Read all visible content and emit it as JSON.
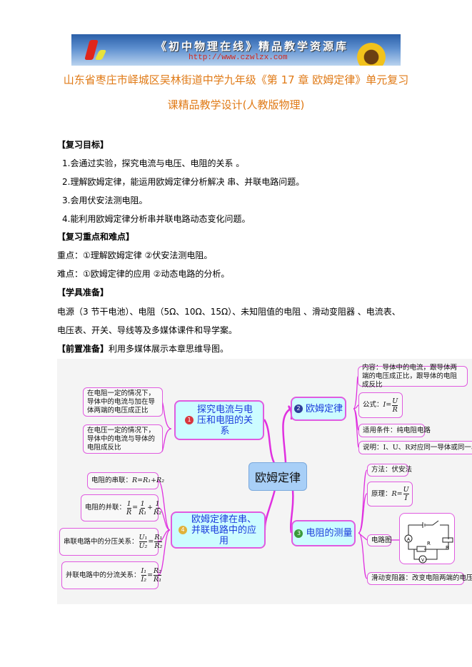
{
  "banner": {
    "title": "《初中物理在线》精品教学资源库",
    "url": "http://www.czwlzx.com"
  },
  "title": {
    "line1": "山东省枣庄市峄城区吴林街道中学九年级《第 17 章  欧姆定律》单元复习",
    "line2": "课精品教学设计(人教版物理)"
  },
  "sections": {
    "goals_head": "【复习目标】",
    "goals": [
      "1.会通过实验，探究电流与电压、电阻的关系  。",
      "2.理解欧姆定律，能运用欧姆定律分析解决 串、并联电路问题。",
      "3.会用伏安法测电阻。",
      "4.能利用欧姆定律分析串并联电路动态变化问题。"
    ],
    "key_head": "【复习重点和难点】",
    "key": "重点：①理解欧姆定律    ②伏安法测电阻。",
    "difficulty": "难点：①欧姆定律的应用    ②动态电路的分析。",
    "tools_head": "【学具准备】",
    "tools1": "电源（3 节干电池）、电阻（5Ω、10Ω、15Ω）、未知阻值的电阻 、滑动变阻器 、电流表、",
    "tools2": "电压表、开关、导线等及多媒体课件和导学案。",
    "prep_head": "【前置准备】",
    "prep": "利用多媒体展示本章思维导图。"
  },
  "mindmap": {
    "center": "欧姆定律",
    "b1": {
      "num": "1",
      "label": "探究电流与电压和电阻的关系",
      "leaves": [
        "在电阻一定的情况下，导体中的电流与加在导体两端的电压成正比",
        "在电压一定的情况下，导体中的电流与导体的电阻成反比"
      ]
    },
    "b2": {
      "num": "2",
      "label": "欧姆定律",
      "content": "内容：导体中的电流，跟导体两端的电压成正比，跟导体的电阻成反比",
      "formula_label": "公式：",
      "condition": "适用条件：纯电阻电路",
      "note": "说明：I、U、R对应同一导体或同一段电路"
    },
    "b3": {
      "num": "3",
      "label": "电阻的测量",
      "method": "方法：伏安法",
      "principle_label": "原理：",
      "diagram_label": "电路图",
      "rheostat": "滑动变阻器：改变电阻两端的电压"
    },
    "b4": {
      "num": "4",
      "label": "欧姆定律在串、并联电路中的应用",
      "series": "电阻的串联：",
      "parallel": "电阻的并联：",
      "voltage_div": "串联电路中的分压关系：",
      "current_div": "并联电路中的分流关系："
    }
  }
}
